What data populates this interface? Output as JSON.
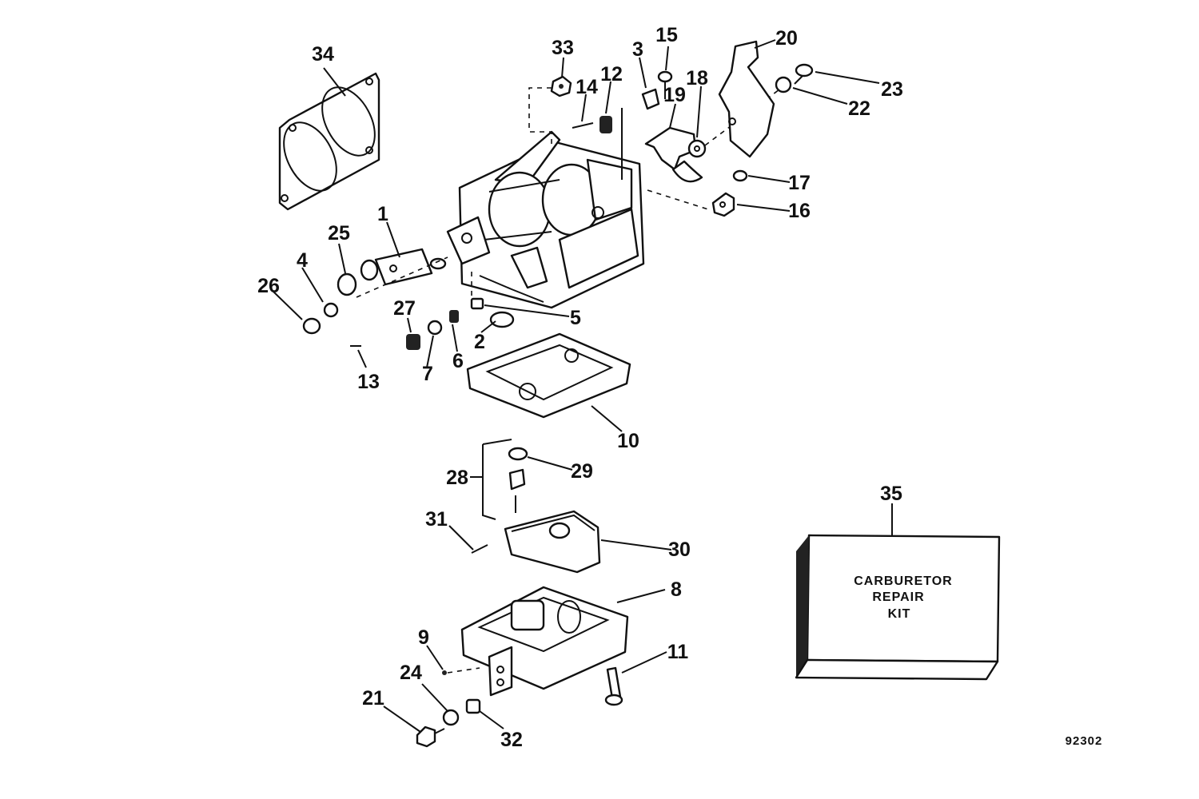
{
  "part_labels": [
    "1",
    "2",
    "3",
    "4",
    "5",
    "6",
    "7",
    "8",
    "9",
    "10",
    "11",
    "12",
    "13",
    "14",
    "15",
    "16",
    "17",
    "18",
    "19",
    "20",
    "21",
    "22",
    "23",
    "24",
    "25",
    "26",
    "27",
    "28",
    "29",
    "30",
    "31",
    "32",
    "33",
    "34",
    "35"
  ],
  "kit_box": {
    "line1": "CARBURETOR",
    "line2": "REPAIR",
    "line3": "KIT"
  },
  "figure_number": "92302"
}
